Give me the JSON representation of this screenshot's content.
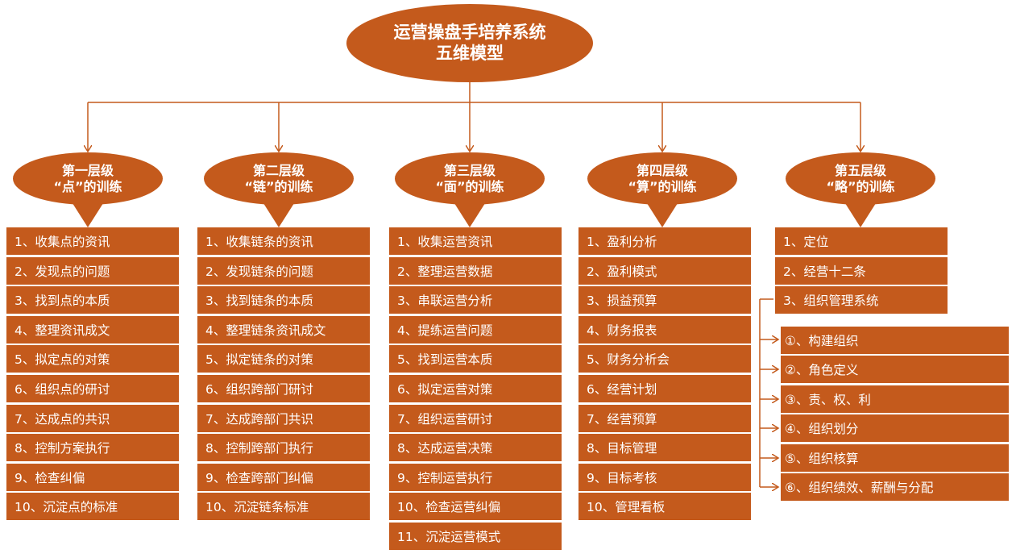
{
  "root": {
    "line1": "运营操盘手培养系统",
    "line2": "五维模型"
  },
  "levels": [
    {
      "title": "第一层级",
      "subtitle": "“点”的训练",
      "items": [
        "1、收集点的资讯",
        "2、发现点的问题",
        "3、找到点的本质",
        "4、整理资讯成文",
        "5、拟定点的对策",
        "6、组织点的研讨",
        "7、达成点的共识",
        "8、控制方案执行",
        "9、检查纠偏",
        "10、沉淀点的标准"
      ]
    },
    {
      "title": "第二层级",
      "subtitle": "“链”的训练",
      "items": [
        "1、收集链条的资讯",
        "2、发现链条的问题",
        "3、找到链条的本质",
        "4、整理链条资讯成文",
        "5、拟定链条的对策",
        "6、组织跨部门研讨",
        "7、达成跨部门共识",
        "8、控制跨部门执行",
        "9、检查跨部门纠偏",
        "10、沉淀链条标准"
      ]
    },
    {
      "title": "第三层级",
      "subtitle": "“面”的训练",
      "items": [
        "1、收集运营资讯",
        "2、整理运营数据",
        "3、串联运营分析",
        "4、提练运营问题",
        "5、找到运营本质",
        "6、拟定运营对策",
        "7、组织运营研讨",
        "8、达成运营决策",
        "9、控制运营执行",
        "10、检查运营纠偏",
        "11、沉淀运营模式"
      ]
    },
    {
      "title": "第四层级",
      "subtitle": "“算”的训练",
      "items": [
        "1、盈利分析",
        "2、盈利模式",
        "3、损益预算",
        "4、财务报表",
        "5、财务分析会",
        "6、经营计划",
        "7、经营预算",
        "8、目标管理",
        "9、目标考核",
        "10、管理看板"
      ]
    },
    {
      "title": "第五层级",
      "subtitle": "“略”的训练",
      "items": [
        "1、定位",
        "2、经营十二条",
        "3、组织管理系统"
      ],
      "subitems": [
        "①、构建组织",
        "②、角色定义",
        "③、责、权、利",
        "④、组织划分",
        "⑤、组织核算",
        "⑥、组织绩效、薪酬与分配"
      ]
    }
  ],
  "colors": {
    "fill": "#c45a1c",
    "line": "#c45a1c",
    "text": "#ffffff"
  }
}
